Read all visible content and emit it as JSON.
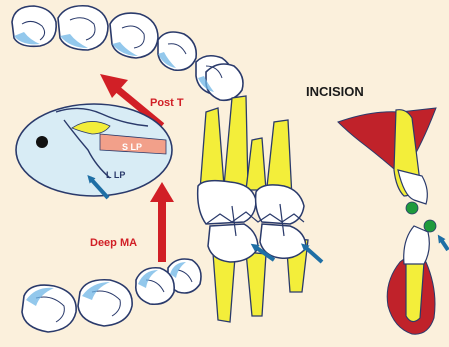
{
  "labels": {
    "incision": "INCISION",
    "post_t": "Post T",
    "deep_ma": "Deep MA",
    "slp": "S LP",
    "llp": "L LP"
  },
  "colors": {
    "background": "#fbf0dc",
    "tooth_fill": "#ffffff",
    "tooth_outline": "#2a3a6b",
    "enamel_blue": "#6fb6e6",
    "root_yellow": "#f3ee3a",
    "arrow_red": "#d11f26",
    "arrow_blue": "#1f6fa5",
    "muscle_red": "#c0222a",
    "contact_green": "#1f9a3c",
    "inset_fill": "#d8ecf5",
    "slp_band": "#f2a08a"
  },
  "icons": [
    "arrow-icon"
  ]
}
